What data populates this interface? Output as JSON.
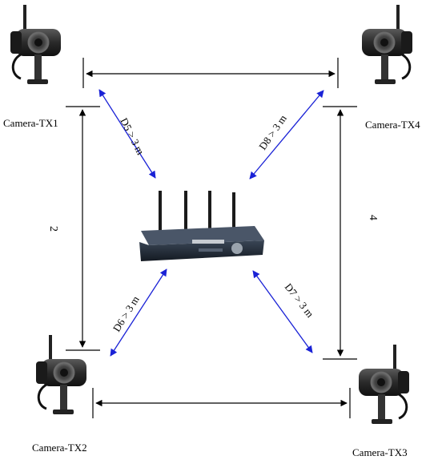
{
  "cameras": {
    "tx1": {
      "label": "Camera-TX1"
    },
    "tx2": {
      "label": "Camera-TX2"
    },
    "tx3": {
      "label": "Camera-TX3"
    },
    "tx4": {
      "label": "Camera-TX4"
    }
  },
  "distances": {
    "left_side": "2",
    "right_side": "4",
    "d5": "D5 > 3 m",
    "d6": "D6 > 3 m",
    "d7": "D7 > 3 m",
    "d8": "D8 > 3 m"
  },
  "colors": {
    "dimension_line": "#000000",
    "diagonal_line": "#1a22d6",
    "device_body": "#1f2733",
    "camera_body": "#2b2b2b"
  },
  "icons": {
    "camera": "wireless-camera-icon",
    "receiver": "wireless-receiver-icon"
  }
}
